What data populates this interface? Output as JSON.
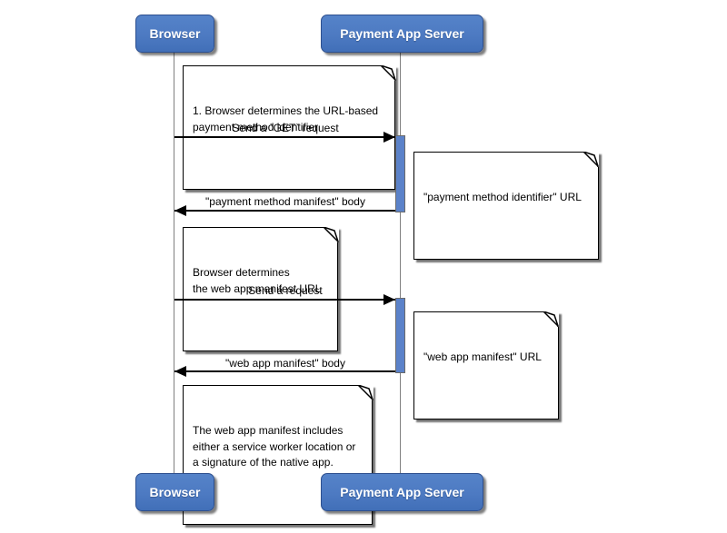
{
  "actors": {
    "browser": "Browser",
    "server": "Payment App Server"
  },
  "messages": {
    "request_get": "Send a `GET` request",
    "response_pmm": "\"payment method manifest\" body",
    "request_plain": "Send a request",
    "response_wam": "\"web app manifest\" body"
  },
  "notes": {
    "determine_pmi": "1. Browser determines the URL-based\npayment method identifier",
    "pmi_url": "\"payment method identifier\" URL",
    "determine_wam": "Browser determines\nthe web app manifest URL",
    "wam_url": "\"web app manifest\" URL",
    "wam_contents": "The web app manifest includes\neither a service worker location or\na signature of the native app."
  },
  "colors": {
    "actor_fill": "#4d7ac2",
    "actor_border": "#2d4f8e",
    "activation_fill": "#5b82c9",
    "lifeline": "#808080",
    "message_line": "#000000",
    "note_background": "#ffffff",
    "note_border": "#000000"
  }
}
